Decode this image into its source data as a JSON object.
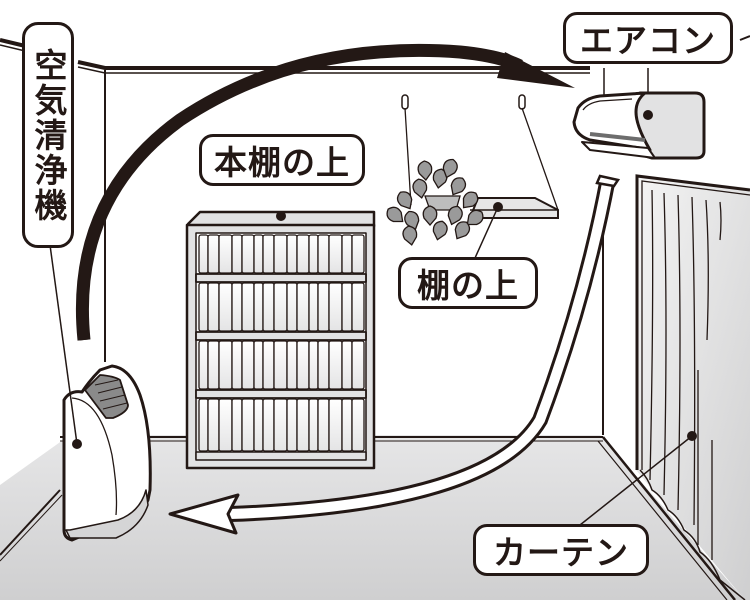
{
  "labels": {
    "air_purifier": "空気清浄機",
    "air_conditioner": "エアコン",
    "bookshelf_top": "本棚の上",
    "shelf_top": "棚の上",
    "curtain": "カーテン"
  },
  "colors": {
    "ink": "#231815",
    "floor": "#d9d9da",
    "wall": "#ffffff",
    "panel_gray": "#e2e2e3",
    "dark_gray": "#8a8a8a",
    "leaf_gray": "#9a9a9a"
  },
  "icons": {
    "warm_air_arrow": "curved-arrow-right",
    "cool_air_arrow": "curved-arrow-left",
    "plant": "potted-plant-icon",
    "hook": "wall-hook-icon"
  }
}
